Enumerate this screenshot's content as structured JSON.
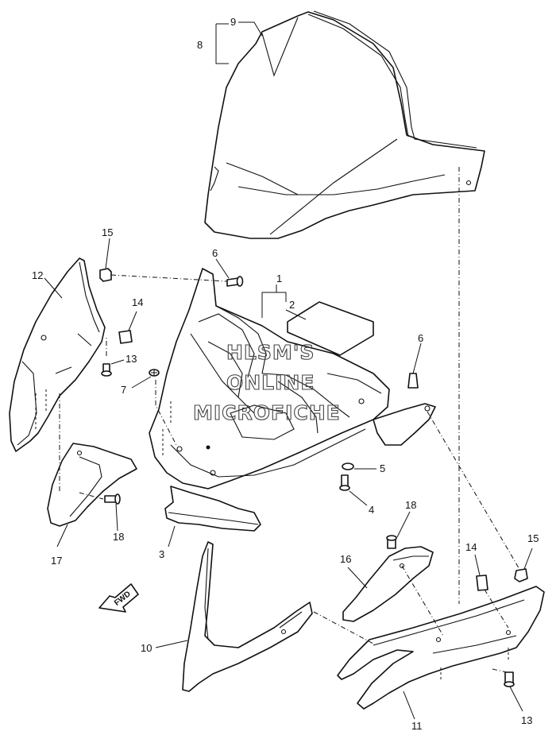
{
  "diagram": {
    "watermark": [
      "HLSM'S",
      "ONLINE",
      "MICROFICHE"
    ],
    "direction_label": "FWD",
    "callouts": {
      "p1": "1",
      "p2": "2",
      "p3": "3",
      "p4": "4",
      "p5": "5",
      "p6a": "6",
      "p6b": "6",
      "p7": "7",
      "p8": "8",
      "p9": "9",
      "p10": "10",
      "p11": "11",
      "p12": "12",
      "p13a": "13",
      "p13b": "13",
      "p14a": "14",
      "p14b": "14",
      "p15a": "15",
      "p15b": "15",
      "p16": "16",
      "p17": "17",
      "p18a": "18",
      "p18b": "18"
    }
  }
}
